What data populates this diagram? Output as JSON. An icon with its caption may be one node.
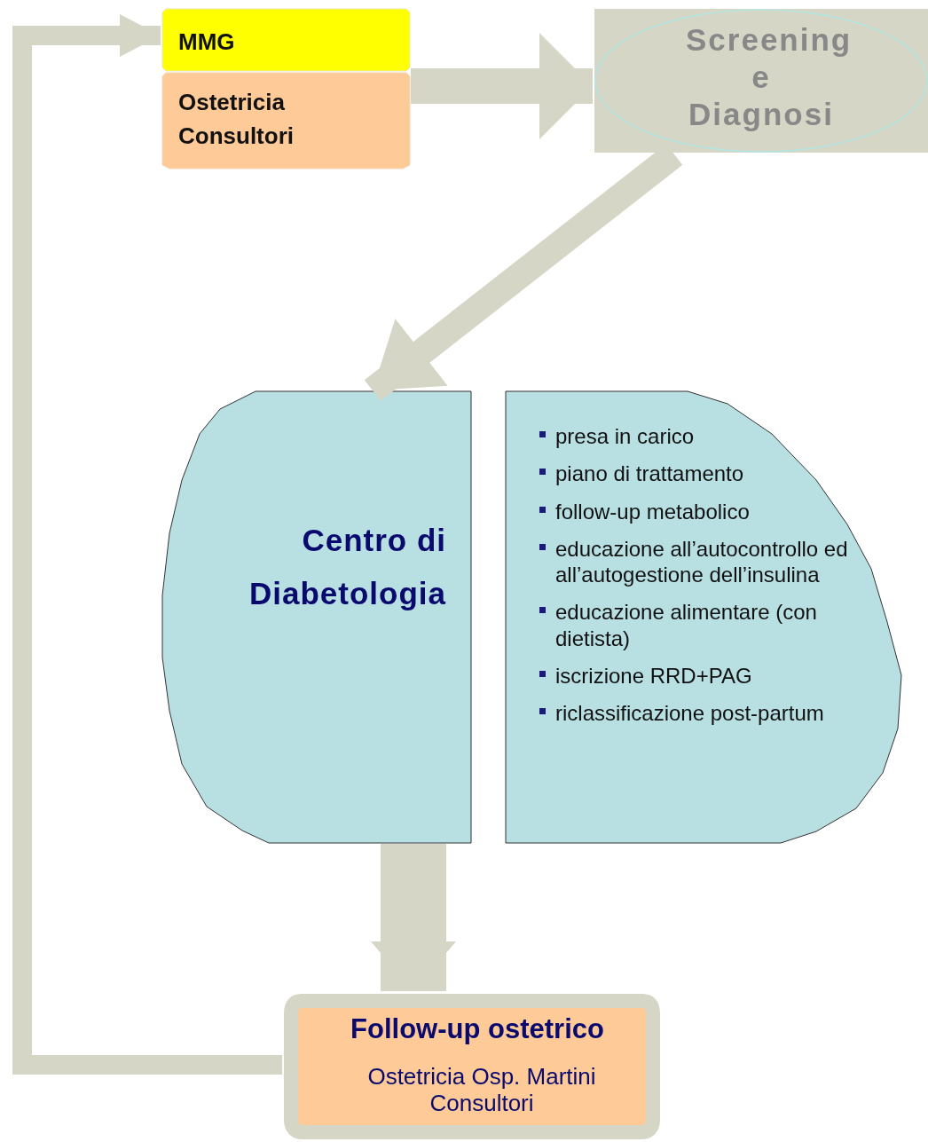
{
  "diagram": {
    "nodes": [
      {
        "text": [
          "MMG"
        ]
      },
      {
        "text": [
          "Ostetricia Consultori"
        ]
      },
      {
        "text": [
          "Screening e Diagnosi"
        ]
      },
      {
        "text": [
          "Centro di Diabetologia"
        ]
      },
      {
        "text": [
          "presa in carico",
          "piano di trattamento",
          "follow-up metabolico",
          "educazione all’autocontrollo ed all’autogestione dell’insulina",
          "educazione alimentare (con dietista)",
          "iscrizione RRD+PAG",
          "riclassificazione post-partum"
        ]
      },
      {
        "text": [
          "Follow-up ostetrico",
          "Ostetricia Osp. Martini Consultori"
        ]
      }
    ],
    "edges": [
      {
        "from": 1,
        "to": 2,
        "arrow": "to"
      },
      {
        "from": 2,
        "to": 3,
        "arrow": "to"
      },
      {
        "from": 3,
        "to": 5,
        "arrow": "to",
        "style": "thick"
      },
      {
        "from": 5,
        "to": 0,
        "arrow": "to"
      }
    ]
  }
}
